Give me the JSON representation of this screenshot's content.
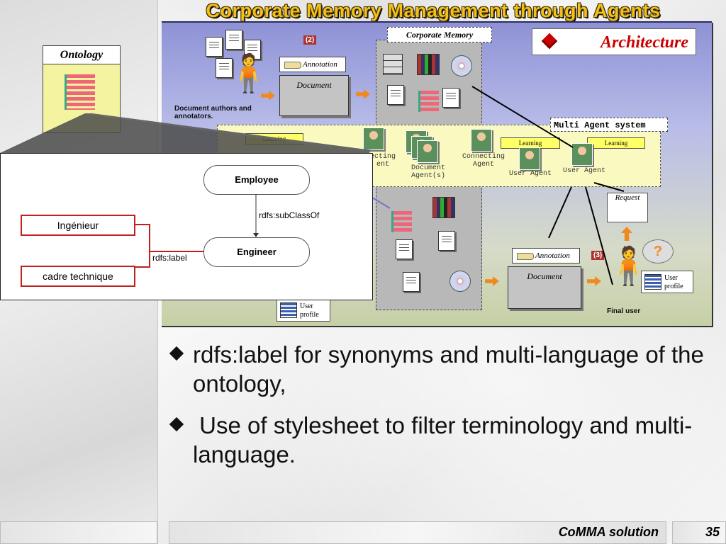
{
  "slide": {
    "title": "Corporate Memory Management through Agents",
    "architecture_label": "Architecture",
    "footer_text": "CoMMA solution",
    "page_number": "35"
  },
  "diagram": {
    "corporate_memory_label": "Corporate Memory",
    "multi_agent_label": "Multi Agent system",
    "annotation_label": "Annotation",
    "document_label": "Document",
    "authors_label": "Document authors and annotators.",
    "connecting_agent_label": "Connecting Agent",
    "connecting_agent_partial": "ecting ent",
    "document_agents_label": "Document Agent(s)",
    "user_agent_label": "User Agent",
    "learning_label": "Learning",
    "request_label": "Request",
    "user_profile_label": "User profile",
    "final_user_label": "Final user",
    "ontology_label": "Ontology",
    "question_mark": "?"
  },
  "ontology_popup": {
    "employee": "Employee",
    "engineer": "Engineer",
    "subclass_label": "rdfs:subClassOf",
    "label_relation": "rdfs:label",
    "term_1": "Ingénieur",
    "term_2": "cadre technique"
  },
  "bullets": [
    "rdfs:label for synonyms and multi-language of the ontology,",
    " Use of stylesheet to filter terminology and multi-language."
  ],
  "colors": {
    "title": "#f2c019",
    "architecture": "#cc0000",
    "term_border": "#c0201f",
    "arrow": "#f08a20"
  }
}
